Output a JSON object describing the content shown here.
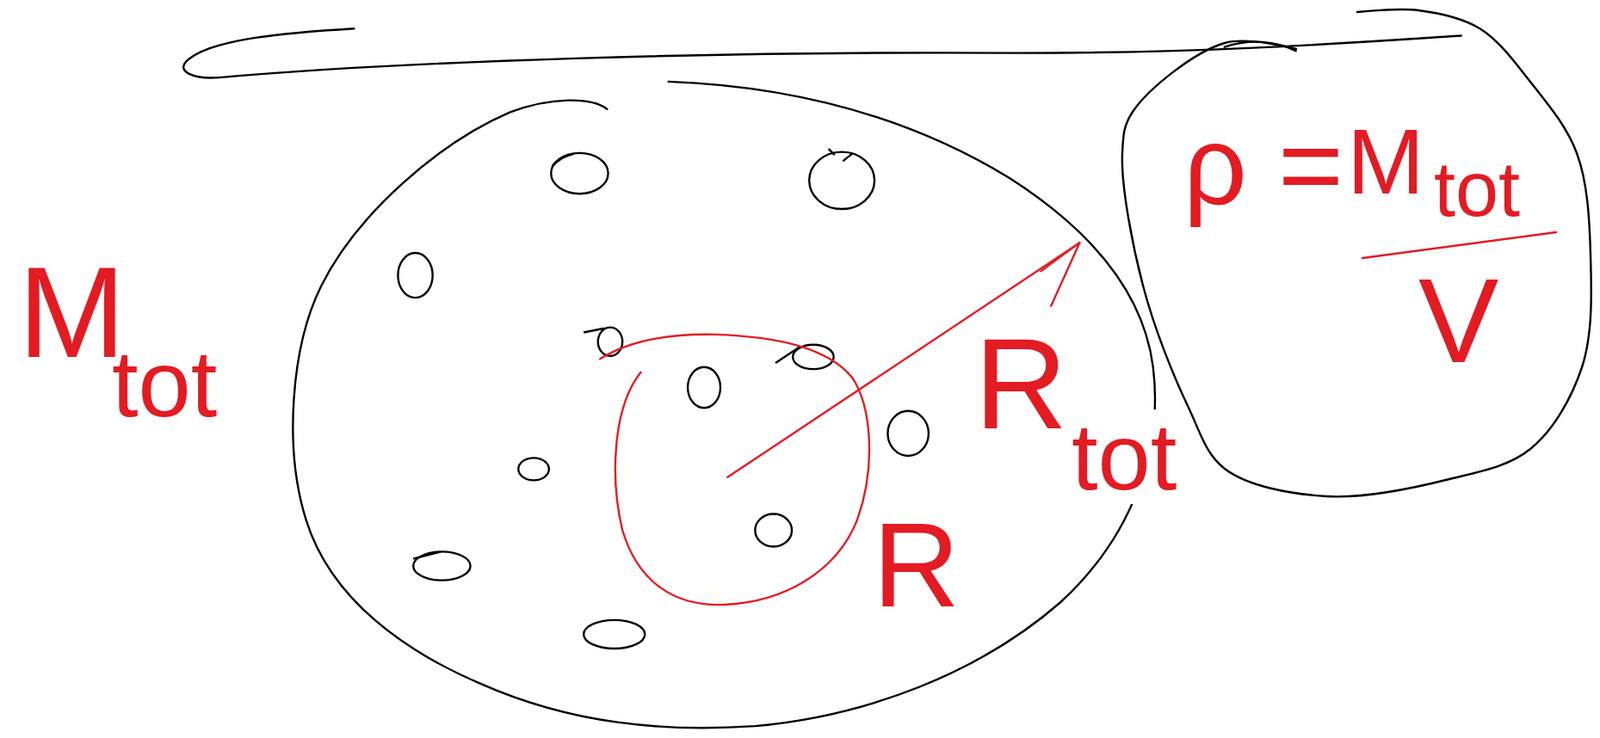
{
  "diagram": {
    "nodes": [
      {
        "text": [
          "ρ =",
          "M",
          "tot",
          "V"
        ]
      }
    ],
    "labels": [
      "M",
      "tot",
      "R",
      "tot",
      "R"
    ]
  }
}
